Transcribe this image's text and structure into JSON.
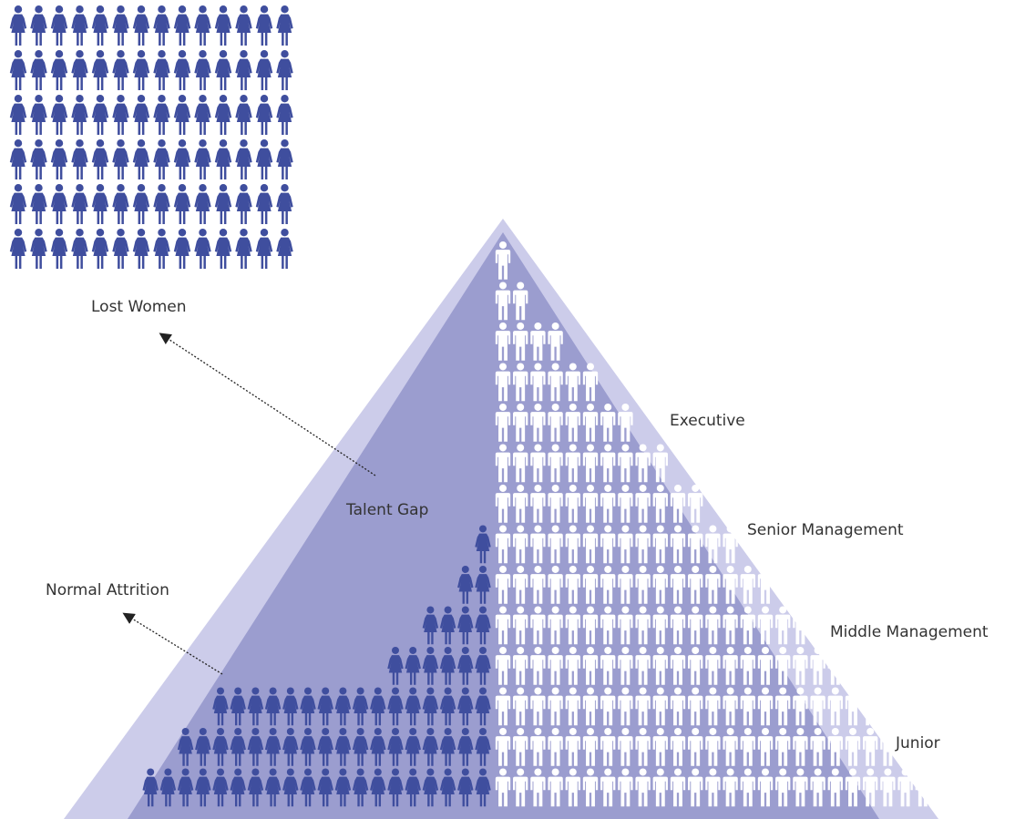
{
  "labels": {
    "lost_women": "Lost Women",
    "talent_gap": "Talent Gap",
    "normal_attrition": "Normal Attrition",
    "executive": "Executive",
    "senior_management": "Senior Management",
    "middle_management": "Middle Management",
    "junior": "Junior"
  },
  "colors": {
    "outer_triangle": "#ccccea",
    "inner_triangle": "#9b9dcf",
    "woman_icon": "#3f4e9e",
    "man_icon": "#ffffff",
    "text": "#333333"
  },
  "lost_women_grid": {
    "rows": 6,
    "cols": 14,
    "icon": "woman-icon"
  },
  "pyramid_rows": [
    {
      "women": 0,
      "men": 1
    },
    {
      "women": 0,
      "men": 2
    },
    {
      "women": 0,
      "men": 4
    },
    {
      "women": 0,
      "men": 6
    },
    {
      "women": 0,
      "men": 8
    },
    {
      "women": 0,
      "men": 10
    },
    {
      "women": 0,
      "men": 12
    },
    {
      "women": 1,
      "men": 14
    },
    {
      "women": 2,
      "men": 16
    },
    {
      "women": 4,
      "men": 18
    },
    {
      "women": 6,
      "men": 20
    },
    {
      "women": 16,
      "men": 22
    },
    {
      "women": 18,
      "men": 24
    },
    {
      "women": 20,
      "men": 26
    }
  ]
}
